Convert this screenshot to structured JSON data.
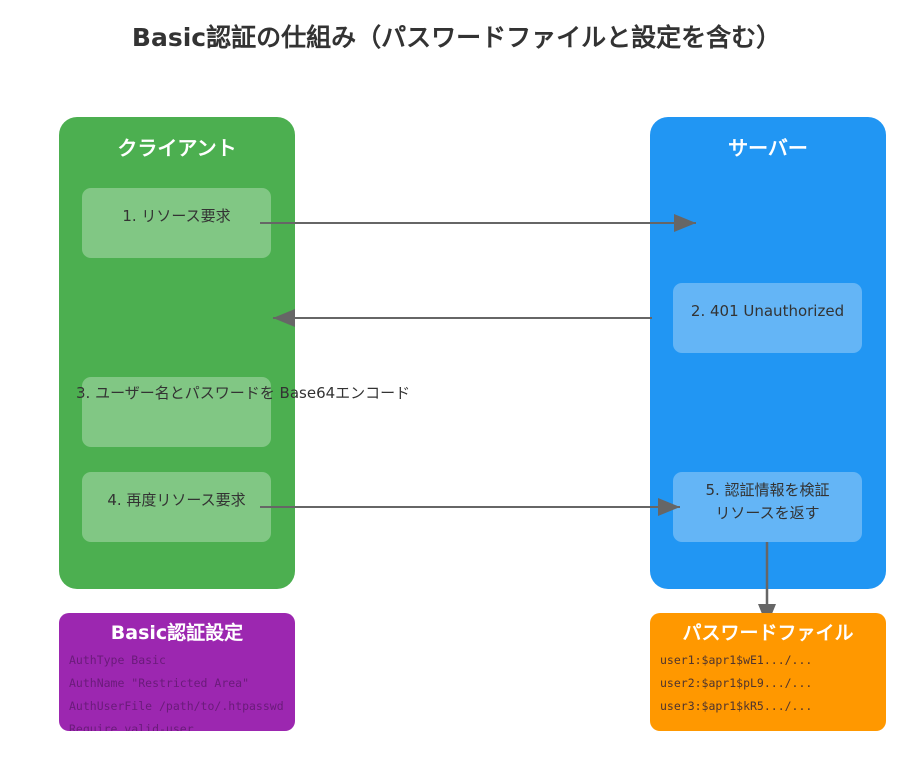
{
  "title": "Basic認証の仕組み（パスワードファイルと設定を含む）",
  "client": {
    "title": "クライアント",
    "steps": {
      "s1": "1. リソース要求",
      "s3": "3. ユーザー名とパスワードを\nBase64エンコード",
      "s4": "4. 再度リソース要求"
    }
  },
  "server": {
    "title": "サーバー",
    "steps": {
      "s2": "2. 401 Unauthorized",
      "s5": "5. 認証情報を検証\nリソースを返す"
    }
  },
  "basic_config": {
    "title": "Basic認証設定",
    "lines": [
      "AuthType Basic",
      "AuthName \"Restricted Area\"",
      "AuthUserFile /path/to/.htpasswd",
      "Require valid-user"
    ]
  },
  "password_file": {
    "title": "パスワードファイル",
    "lines": [
      "user1:$apr1$wE1.../...",
      "user2:$apr1$pL9.../...",
      "user3:$apr1$kR5.../..."
    ]
  },
  "colors": {
    "client": "#4caf50",
    "client_step": "#81c784",
    "server": "#2196f3",
    "server_step": "#64b5f6",
    "basic_config": "#9c27b0",
    "password_file": "#ff9800",
    "arrow": "#666666"
  }
}
